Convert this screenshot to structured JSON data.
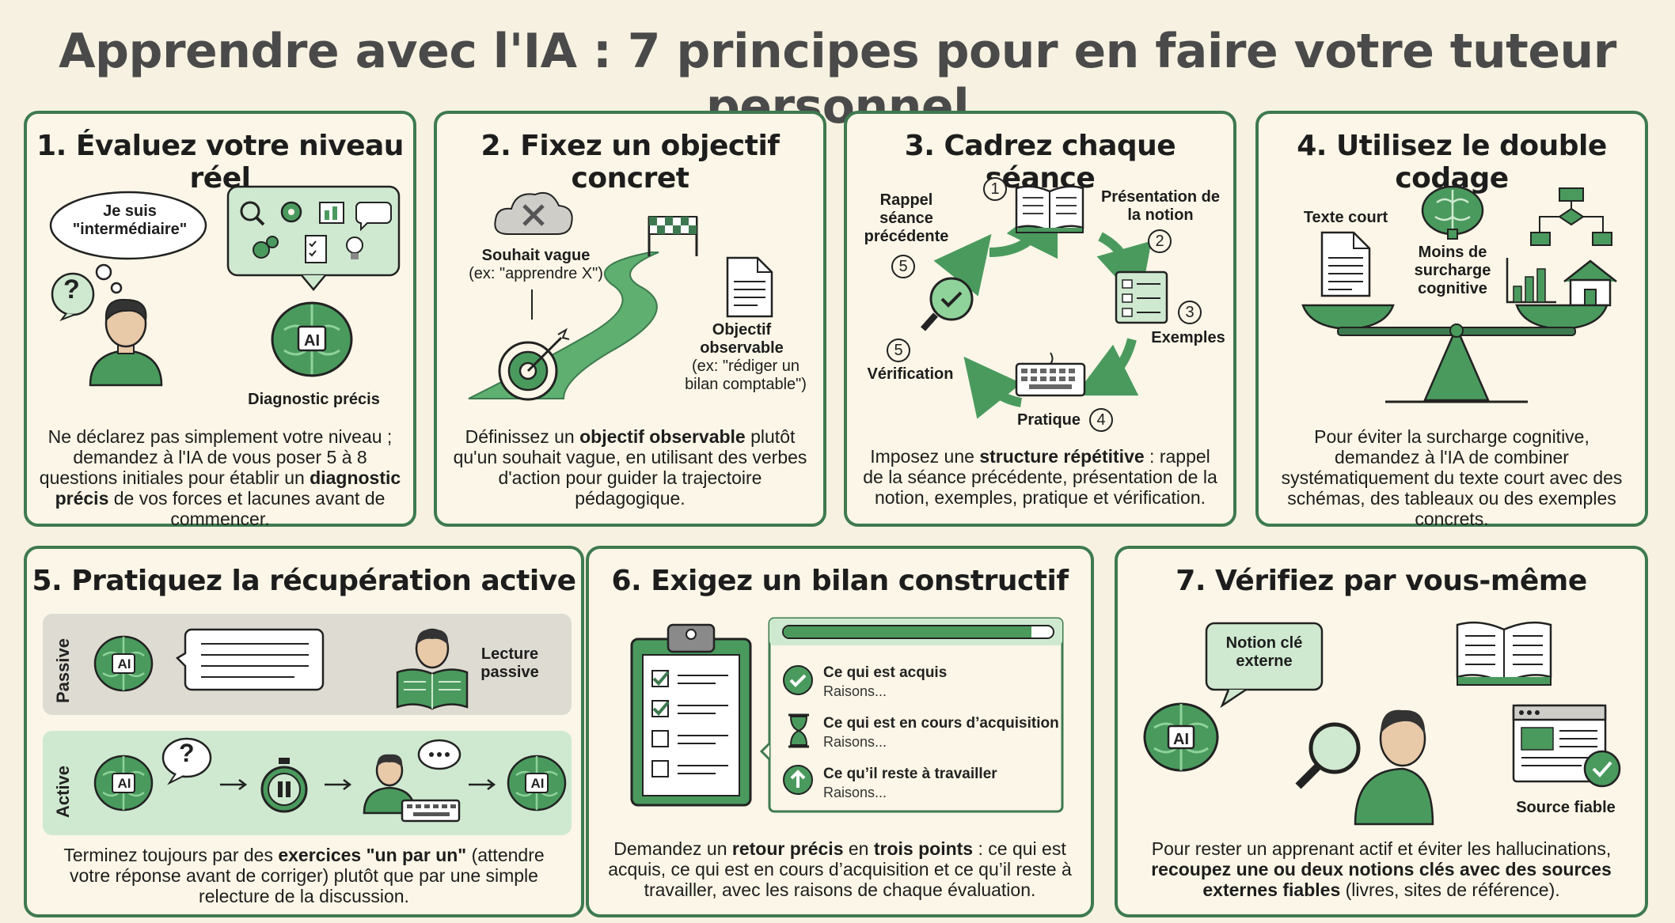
{
  "title": "Apprendre avec l'IA : 7 principes pour en faire votre tuteur personnel",
  "colors": {
    "green": "#3e7a4f",
    "light_green": "#8fd39a",
    "pale_green": "#cfe9d0",
    "cream": "#fbf6e7",
    "gray_band": "#dedbd2"
  },
  "cards": {
    "c1": {
      "title": "1. Évaluez votre niveau réel",
      "bubble": "Je suis \"intermédiaire\"",
      "question_mark": "?",
      "ai_label": "AI",
      "caption": "Diagnostic précis",
      "desc": {
        "p1": "Ne déclarez pas simplement votre niveau ; demandez à l'IA de vous poser 5 à 8 questions initiales pour établir un ",
        "b1": "diagnostic précis",
        "p2": " de vos forces et lacunes avant de commencer."
      }
    },
    "c2": {
      "title": "2. Fixez un objectif concret",
      "vague_title": "Souhait vague",
      "vague_example": "(ex: \"apprendre X\")",
      "goal_title": "Objectif observable",
      "goal_example": "(ex: \"rédiger un bilan comptable\")",
      "desc": {
        "p1": "Définissez un ",
        "b1": "objectif observable",
        "p2": " plutôt qu'un souhait vague, en utilisant des verbes d'action pour guider la trajectoire pédagogique."
      }
    },
    "c3": {
      "title": "3. Cadrez chaque séance",
      "step_recall": "Rappel séance précédente",
      "step_presentation": "Présentation de la notion",
      "step_examples": "Exemples",
      "step_practice": "Pratique",
      "step_verification": "Vérification",
      "n1": "1",
      "n2": "2",
      "n3": "3",
      "n4": "4",
      "n5a": "5",
      "n5b": "5",
      "desc": {
        "p1": "Imposez une ",
        "b1": "structure répétitive",
        "p2": " : rappel de la séance précédente, présentation de la notion, exemples, pratique et vérification."
      }
    },
    "c4": {
      "title": "4. Utilisez le double codage",
      "short_text": "Texte court",
      "less_load": "Moins de surcharge cognitive",
      "desc": "Pour éviter la surcharge cognitive, demandez à l'IA de combiner systématiquement du texte court avec des schémas, des tableaux ou des exemples concrets."
    },
    "c5": {
      "title": "5. Pratiquez la récupération active",
      "passive_label": "Passive",
      "active_label": "Active",
      "passive_reading": "Lecture passive",
      "ai_label": "AI",
      "question_mark": "?",
      "desc": {
        "p1": "Terminez toujours par des ",
        "b1": "exercices \"un par un\"",
        "p2": " (attendre votre réponse avant de corriger) plutôt que par une simple relecture de la discussion."
      }
    },
    "c6": {
      "title": "6. Exigez un bilan constructif",
      "rows": [
        {
          "title": "Ce qui est acquis",
          "sub": "Raisons..."
        },
        {
          "title": "Ce qui est en cours d’acquisition",
          "sub": "Raisons..."
        },
        {
          "title": "Ce qu’il reste à travailler",
          "sub": "Raisons..."
        }
      ],
      "progress": 0.92,
      "desc": {
        "p1": "Demandez un ",
        "b1": "retour précis",
        "p2": " en ",
        "b2": "trois points",
        "p3": " : ce qui est acquis, ce qui est en cours d’acquisition et ce qu’il reste à travailler, avec les raisons de chaque évaluation."
      }
    },
    "c7": {
      "title": "7. Vérifiez par vous-même",
      "key_notion": "Notion clé externe",
      "reliable_source": "Source fiable",
      "ai_label": "AI",
      "desc": {
        "p1": "Pour rester un apprenant actif et éviter les hallucinations, ",
        "b1": "recoupez une ou deux notions clés avec des sources externes fiables",
        "p2": " (livres, sites de référence)."
      }
    }
  }
}
